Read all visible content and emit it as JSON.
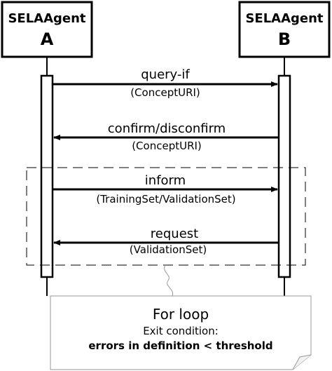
{
  "agents": [
    {
      "line1": "SELAAgent",
      "line2": "A"
    },
    {
      "line1": "SELAAgent",
      "line2": "B"
    }
  ],
  "messages": [
    {
      "label": "query-if",
      "param": "(ConceptURI)",
      "direction": "A-to-B"
    },
    {
      "label": "confirm/disconfirm",
      "param": "(ConceptURI)",
      "direction": "B-to-A"
    },
    {
      "label": "inform",
      "param": "(TrainingSet/ValidationSet)",
      "direction": "A-to-B"
    },
    {
      "label": "request",
      "param": "(ValidationSet)",
      "direction": "B-to-A"
    }
  ],
  "note": {
    "title": "For loop",
    "line2": "Exit condition:",
    "line3": "errors in definition < threshold"
  }
}
